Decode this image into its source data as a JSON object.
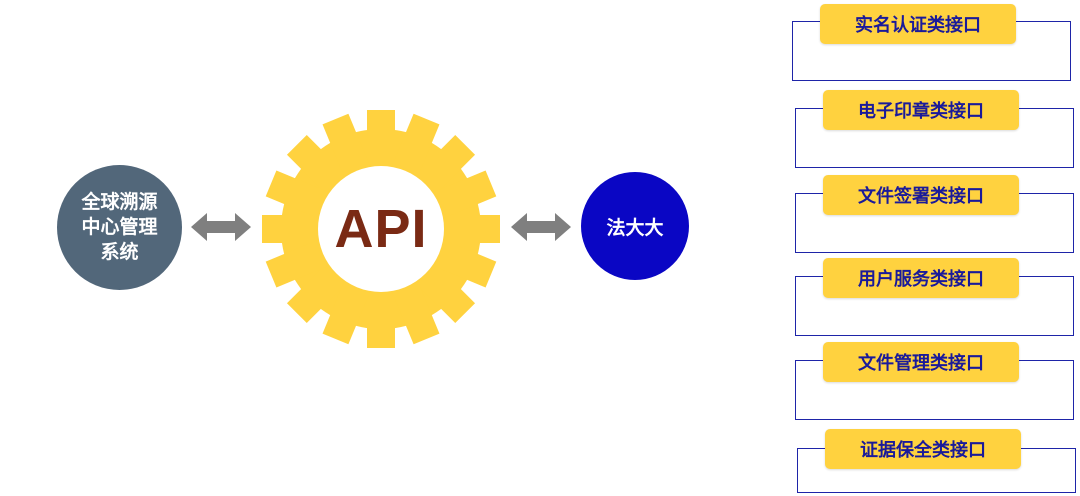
{
  "left_node": {
    "label": "全球溯源\n中心管理\n系统"
  },
  "center_node": {
    "label": "API"
  },
  "right_node": {
    "label": "法大大"
  },
  "interfaces": [
    "实名认证类接口",
    "电子印章类接口",
    "文件签署类接口",
    "用户服务类接口",
    "文件管理类接口",
    "证据保全类接口"
  ],
  "colors": {
    "left_circle": "#52677a",
    "right_circle": "#0a06c4",
    "gear": "#ffd23f",
    "api_text": "#7a2a14",
    "arrow": "#7f7f7f",
    "interface_label_bg": "#ffd23f",
    "interface_label_text": "#1a1a9a",
    "interface_box_border": "#1e24a8"
  }
}
